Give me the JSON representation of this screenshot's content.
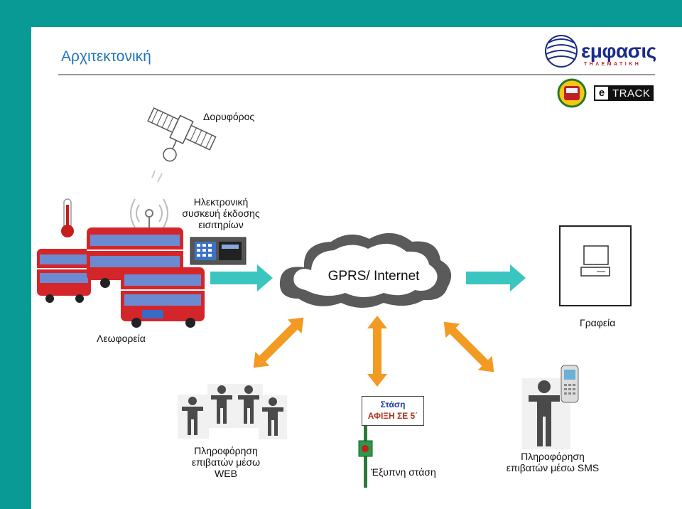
{
  "title": "Αρχιτεκτονική",
  "logo": {
    "name": "εμφασις",
    "subtitle": "ΤΗΛΕΜΑΤΙΚΗ",
    "etrack_e": "e",
    "etrack_text": "TRACK"
  },
  "labels": {
    "satellite": "Δορυφόρος",
    "ticket_device_1": "Ηλεκτρονική",
    "ticket_device_2": "συσκευή έκδοσης",
    "ticket_device_3": "εισιτηρίων",
    "cloud": "GPRS/ Internet",
    "buses": "Λεωφορεία",
    "offices": "Γραφεία",
    "stop_title": "Στάση",
    "stop_message": "ΑΦΙΞΗ ΣΕ 5΄",
    "web_1": "Πληροφόρηση",
    "web_2": "επιβατών μέσω",
    "web_3": "WEB",
    "smart_stop": "Έξυπνη στάση",
    "sms_1": "Πληροφόρηση",
    "sms_2": "επιβατών μέσω SMS"
  },
  "colors": {
    "frame": "#0a9a96",
    "title": "#1f74bd",
    "arrow_teal": "#3bc5c0",
    "arrow_orange": "#f29a22",
    "bus_red": "#d4262a",
    "cloud_gray": "#5a5a5a"
  }
}
